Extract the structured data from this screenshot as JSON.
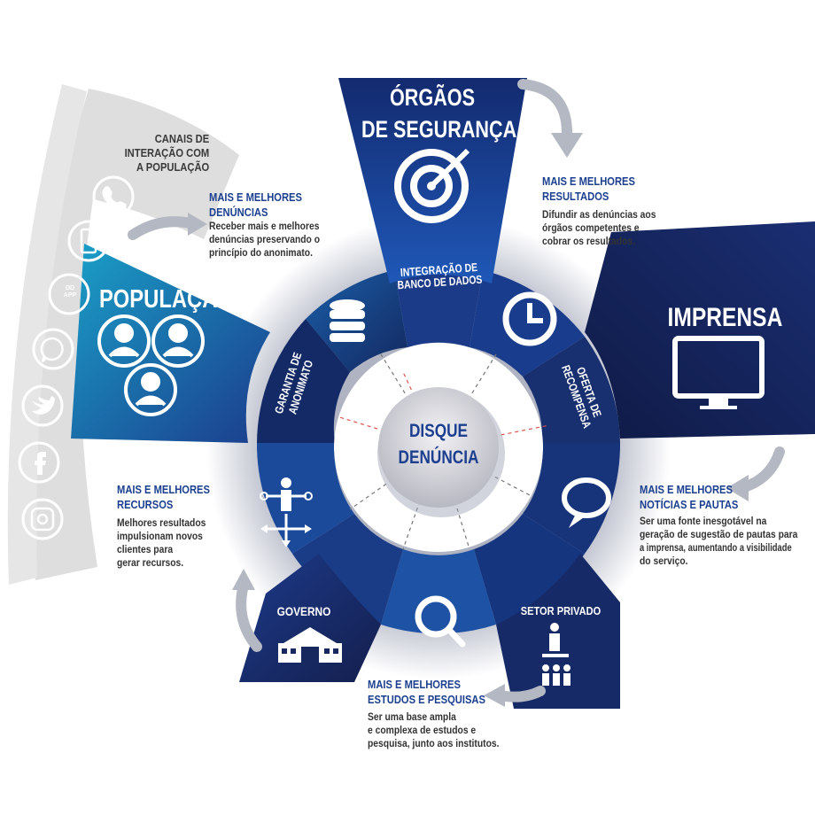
{
  "center": {
    "line1": "DISQUE",
    "line2": "DENÚNCIA"
  },
  "orgaos": {
    "line1": "ÓRGÃOS",
    "line2": "DE SEGURANÇA"
  },
  "imprensa": {
    "title": "IMPRENSA"
  },
  "populacao": {
    "title": "POPULAÇÃO"
  },
  "governo": {
    "title": "GOVERNO"
  },
  "setor_privado": {
    "title": "SETOR PRIVADO"
  },
  "ring_labels": {
    "integracao_1": "INTEGRAÇÃO DE",
    "integracao_2": "BANCO DE DADOS",
    "oferta_1": "OFERTA DE",
    "oferta_2": "RECOMPENSA",
    "garantia_1": "GARANTIA DE",
    "garantia_2": "ANONIMATO"
  },
  "canais": {
    "line1": "CANAIS DE",
    "line2": "INTERAÇÃO COM",
    "line3": "A POPULAÇÃO",
    "app_label_1": "DD",
    "app_label_2": "APP"
  },
  "annotations": {
    "denuncias": {
      "head1": "MAIS E MELHORES",
      "head2": "DENÚNCIAS",
      "body1": "Receber mais e melhores",
      "body2": "denúncias preservando o",
      "body3": "princípio do anonimato."
    },
    "resultados": {
      "head1": "MAIS E MELHORES",
      "head2": "RESULTADOS",
      "body1": "Difundir as denúncias aos",
      "body2": "órgãos competentes e",
      "body3": "cobrar os resultados."
    },
    "noticias": {
      "head1": "MAIS E MELHORES",
      "head2": "NOTÍCIAS E PAUTAS",
      "body1": "Ser uma fonte inesgotável na",
      "body2": "geração de sugestão de pautas para",
      "body3": "a imprensa, aumentando a visibilidade",
      "body4": "do serviço."
    },
    "estudos": {
      "head1": "MAIS E MELHORES",
      "head2": "ESTUDOS E PESQUISAS",
      "body1": "Ser uma base ampla",
      "body2": "e complexa de estudos e",
      "body3": "pesquisa, junto aos institutos."
    },
    "recursos": {
      "head1": "MAIS E MELHORES",
      "head2": "RECURSOS",
      "body1": "Melhores resultados",
      "body2": "impulsionam novos",
      "body3": "clientes para",
      "body4": "gerar recursos."
    }
  },
  "colors": {
    "navy": "#17285e",
    "blue": "#1d4a9e",
    "teal": "#1a86b8",
    "center_gray": "#cfcfd6",
    "arrow_gray": "#b4b8c2",
    "band_gray": "#dcdcdc"
  }
}
